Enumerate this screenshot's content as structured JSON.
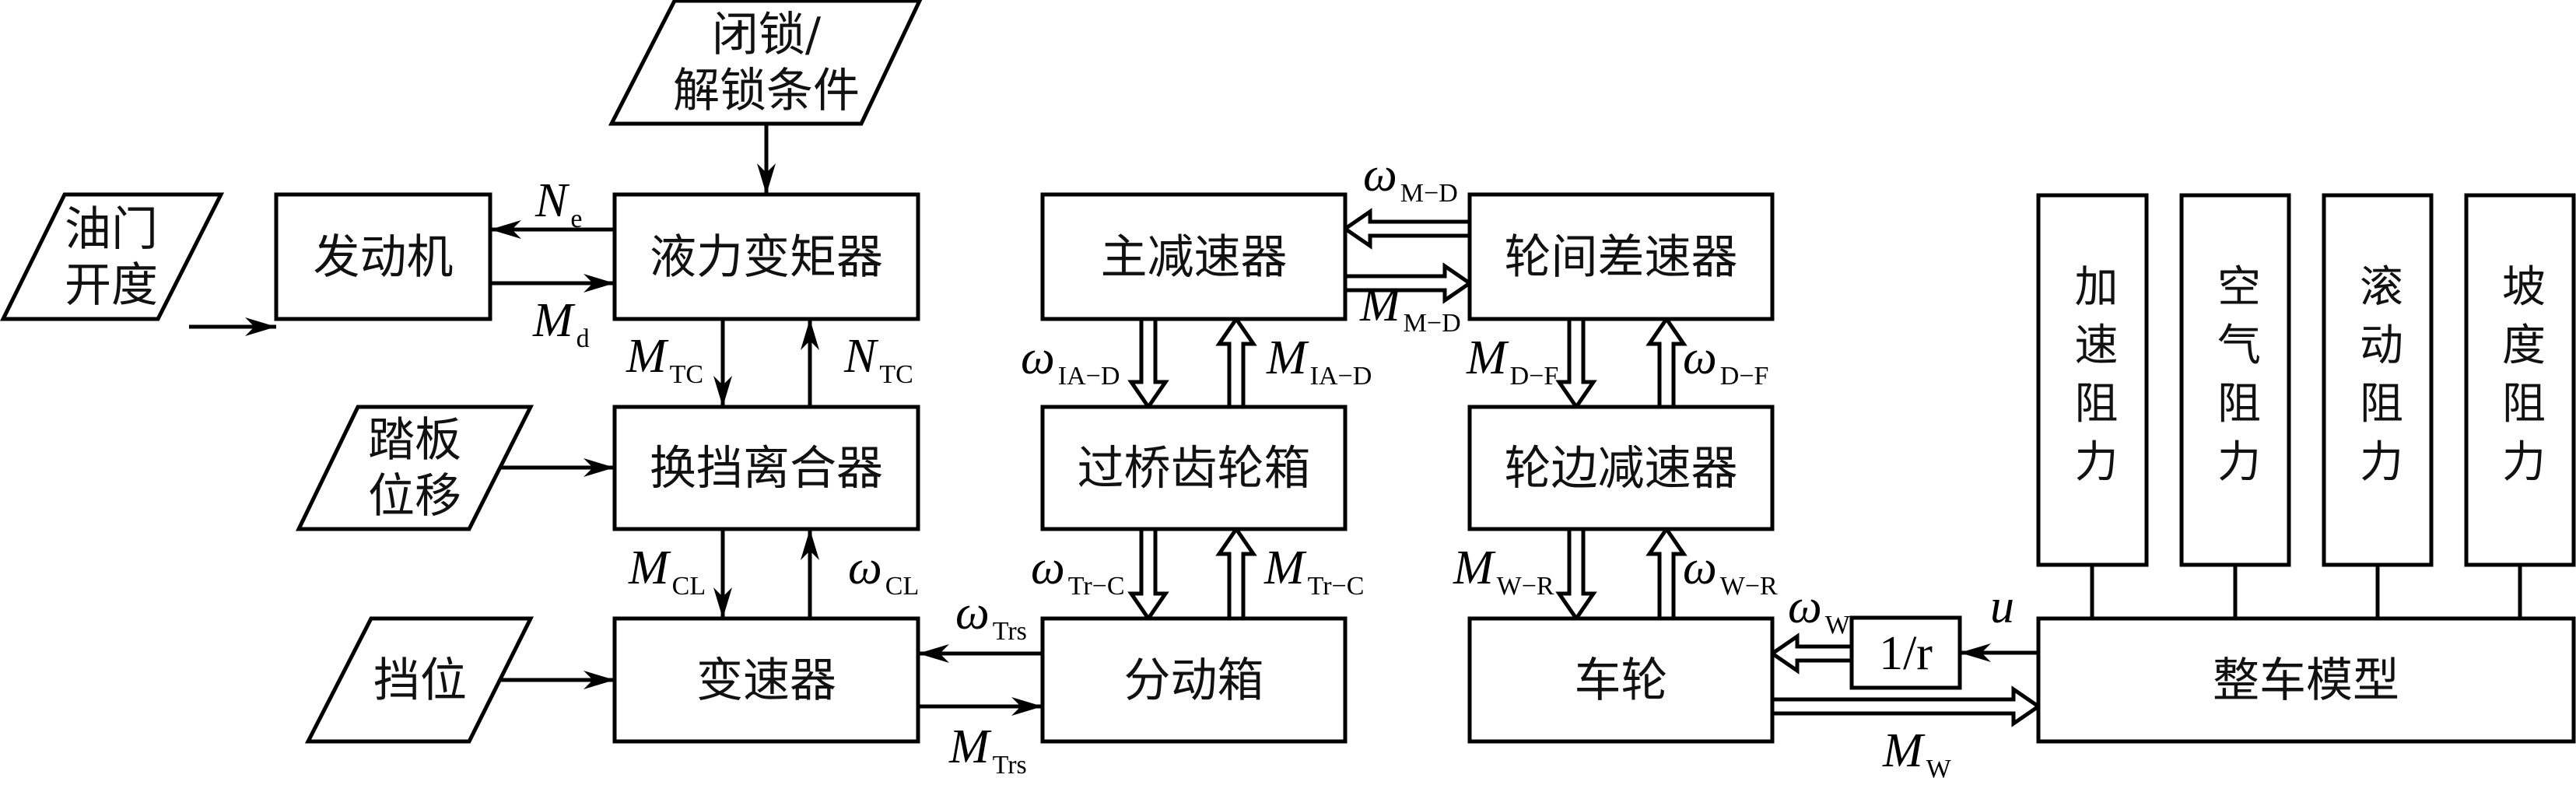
{
  "blocks": {
    "engine": "发动机",
    "torque_converter": "液力变矩器",
    "shift_clutch": "换挡离合器",
    "gearbox": "变速器",
    "main_reducer": "主减速器",
    "bridge_gearbox": "过桥齿轮箱",
    "transfer_case": "分动箱",
    "inter_wheel_diff": "轮间差速器",
    "hub_reducer": "轮边减速器",
    "wheel": "车轮",
    "inverse_radius": "1/r",
    "vehicle_model": "整车模型",
    "accel_resistance": "加速阻力",
    "air_resistance": "空气阻力",
    "rolling_resistance": "滚动阻力",
    "grade_resistance": "坡度阻力"
  },
  "inputs": {
    "lock_condition": [
      "闭锁/",
      "解锁条件"
    ],
    "throttle": [
      "油门",
      "开度"
    ],
    "pedal": [
      "踏板",
      "位移"
    ],
    "gear": [
      "挡位"
    ]
  },
  "signals": {
    "Ne": {
      "sym": "N",
      "sub": "e"
    },
    "Md": {
      "sym": "M",
      "sub": "d"
    },
    "M_TC": {
      "sym": "M",
      "sub": "TC"
    },
    "N_TC": {
      "sym": "N",
      "sub": "TC"
    },
    "M_CL": {
      "sym": "M",
      "sub": "CL"
    },
    "w_CL": {
      "sym": "ω",
      "sub": "CL"
    },
    "w_Trs": {
      "sym": "ω",
      "sub": "Trs"
    },
    "M_Trs": {
      "sym": "M",
      "sub": "Trs"
    },
    "w_MD": {
      "sym": "ω",
      "sub": "M−D"
    },
    "M_MD": {
      "sym": "M",
      "sub": "M−D"
    },
    "w_IAD": {
      "sym": "ω",
      "sub": "IA−D"
    },
    "M_IAD": {
      "sym": "M",
      "sub": "IA−D"
    },
    "M_DF": {
      "sym": "M",
      "sub": "D−F"
    },
    "w_DF": {
      "sym": "ω",
      "sub": "D−F"
    },
    "w_TrC": {
      "sym": "ω",
      "sub": "Tr−C"
    },
    "M_TrC": {
      "sym": "M",
      "sub": "Tr−C"
    },
    "M_WR": {
      "sym": "M",
      "sub": "W−R"
    },
    "w_WR": {
      "sym": "ω",
      "sub": "W−R"
    },
    "w_W": {
      "sym": "ω",
      "sub": "W"
    },
    "u": {
      "sym": "u",
      "sub": ""
    },
    "M_W": {
      "sym": "M",
      "sub": "W"
    }
  }
}
